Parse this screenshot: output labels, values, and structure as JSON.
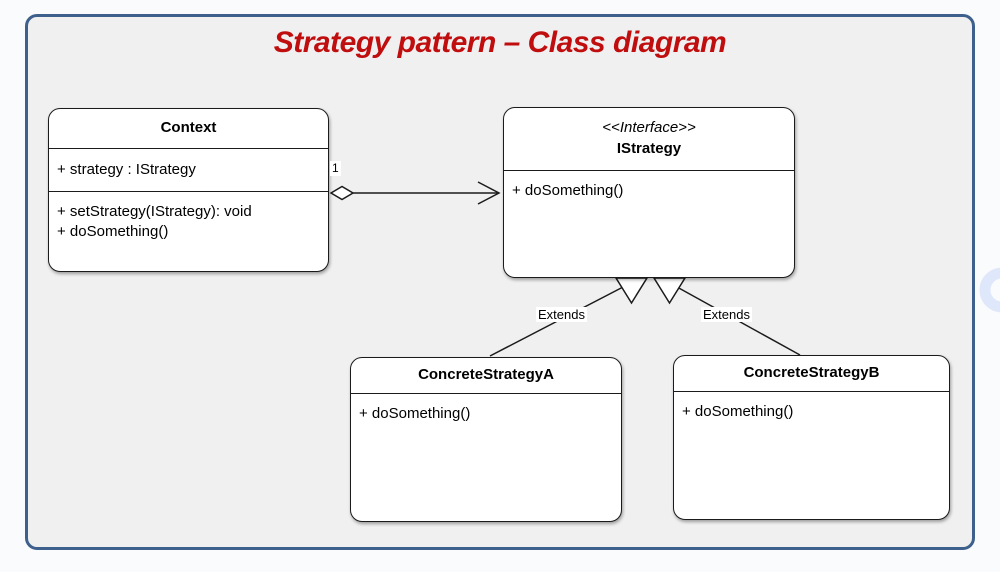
{
  "title": "Strategy pattern – Class diagram",
  "colors": {
    "title_text": "#c00d0d",
    "frame_border": "#3e608c",
    "canvas_bg": "#f0f0f1",
    "box_border": "#1b1b1b",
    "watermark_ring": "#dfe8fb"
  },
  "classes": {
    "context": {
      "name": "Context",
      "attributes": [
        "+ strategy : IStrategy"
      ],
      "methods": [
        "+ setStrategy(IStrategy): void",
        "+ doSomething()"
      ]
    },
    "istrategy": {
      "stereotype": "<<Interface>>",
      "name": "IStrategy",
      "methods": [
        "+ doSomething()"
      ]
    },
    "concrete_a": {
      "name": "ConcreteStrategyA",
      "methods": [
        "+ doSomething()"
      ]
    },
    "concrete_b": {
      "name": "ConcreteStrategyB",
      "methods": [
        "+ doSomething()"
      ]
    }
  },
  "relations": {
    "aggregation": {
      "type": "aggregation",
      "from": "Context",
      "to": "IStrategy",
      "multiplicity": "1"
    },
    "extends_a": {
      "type": "generalization",
      "from": "ConcreteStrategyA",
      "to": "IStrategy",
      "label": "Extends"
    },
    "extends_b": {
      "type": "generalization",
      "from": "ConcreteStrategyB",
      "to": "IStrategy",
      "label": "Extends"
    }
  }
}
